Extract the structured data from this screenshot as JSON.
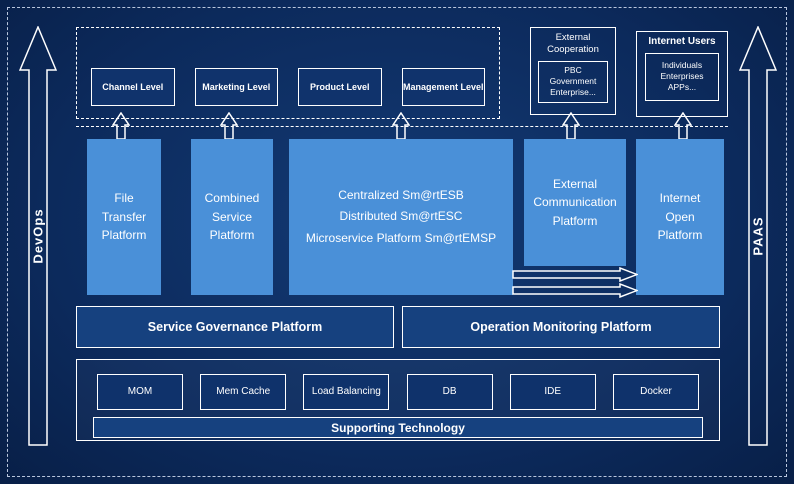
{
  "diagram": {
    "left_arrow": "DevOps",
    "right_arrow": "PAAS",
    "levels": [
      "Channel Level",
      "Marketing Level",
      "Product Level",
      "Management Level"
    ],
    "external_cooperation": {
      "title": "External Cooperation",
      "item": "PBC Government Enterprise..."
    },
    "internet_users": {
      "title": "Internet Users",
      "item": "Individuals Enterprises APPs..."
    },
    "platforms": {
      "file_transfer": "File Transfer Platform",
      "combined_service": "Combined Service Platform",
      "central": [
        "Centralized Sm@rtESB",
        "Distributed Sm@rtESC",
        "Microservice Platform Sm@rtEMSP"
      ],
      "external_communication": "External Communication Platform",
      "internet_open": "Internet Open Platform"
    },
    "governance": "Service Governance Platform",
    "monitoring": "Operation Monitoring Platform",
    "technologies": [
      "MOM",
      "Mem Cache",
      "Load Balancing",
      "DB",
      "IDE",
      "Docker"
    ],
    "supporting": "Supporting Technology"
  },
  "colors": {
    "background": "#0c2a5c",
    "platform_blue": "#4a90d8",
    "panel_blue": "#16417f",
    "border_white": "#ffffff"
  }
}
